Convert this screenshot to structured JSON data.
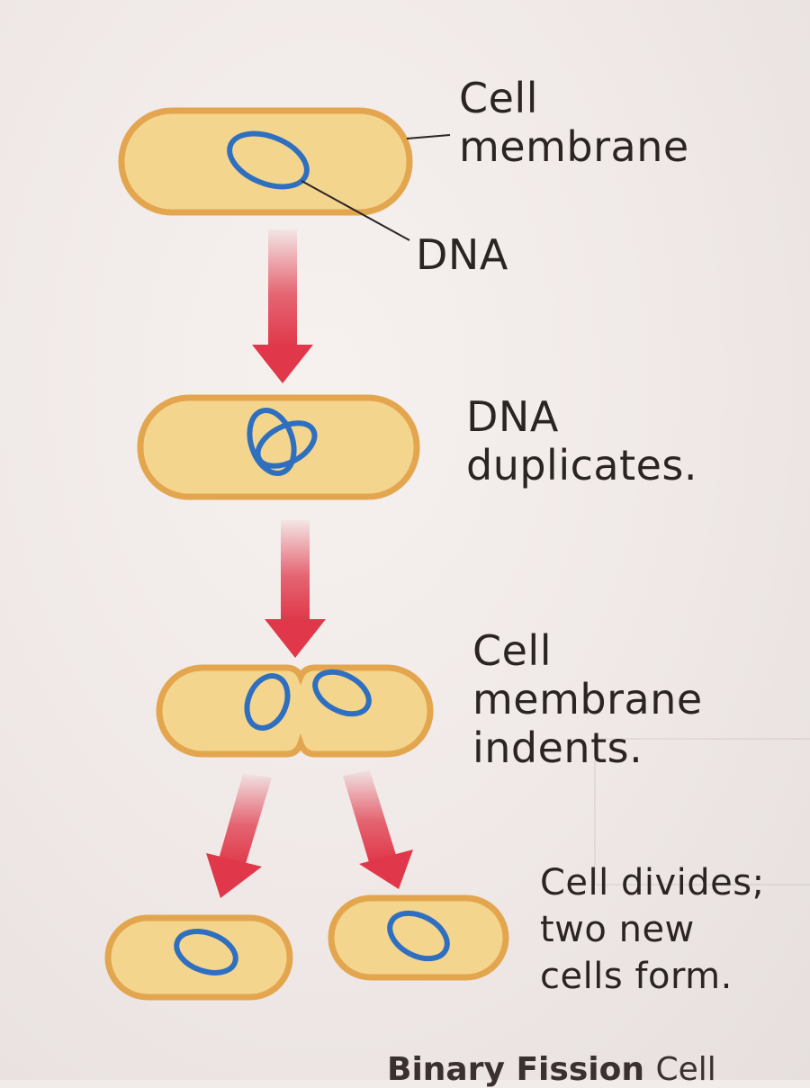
{
  "labels": {
    "cell_membrane": [
      "Cell",
      "membrane"
    ],
    "dna": "DNA",
    "dna_duplicates": [
      "DNA",
      "duplicates."
    ],
    "membrane_indents": [
      "Cell",
      "membrane",
      "indents."
    ],
    "cell_divides": [
      "Cell divides;",
      "two new",
      "cells form."
    ]
  },
  "caption": {
    "bold": "Binary Fission",
    "rest": "Cell"
  },
  "colors": {
    "cell_fill": "#f4d58e",
    "cell_outline": "#e3a64f",
    "dna": "#2f6fbf",
    "arrow": "#e0384a",
    "leader_line": "#2b2424"
  }
}
